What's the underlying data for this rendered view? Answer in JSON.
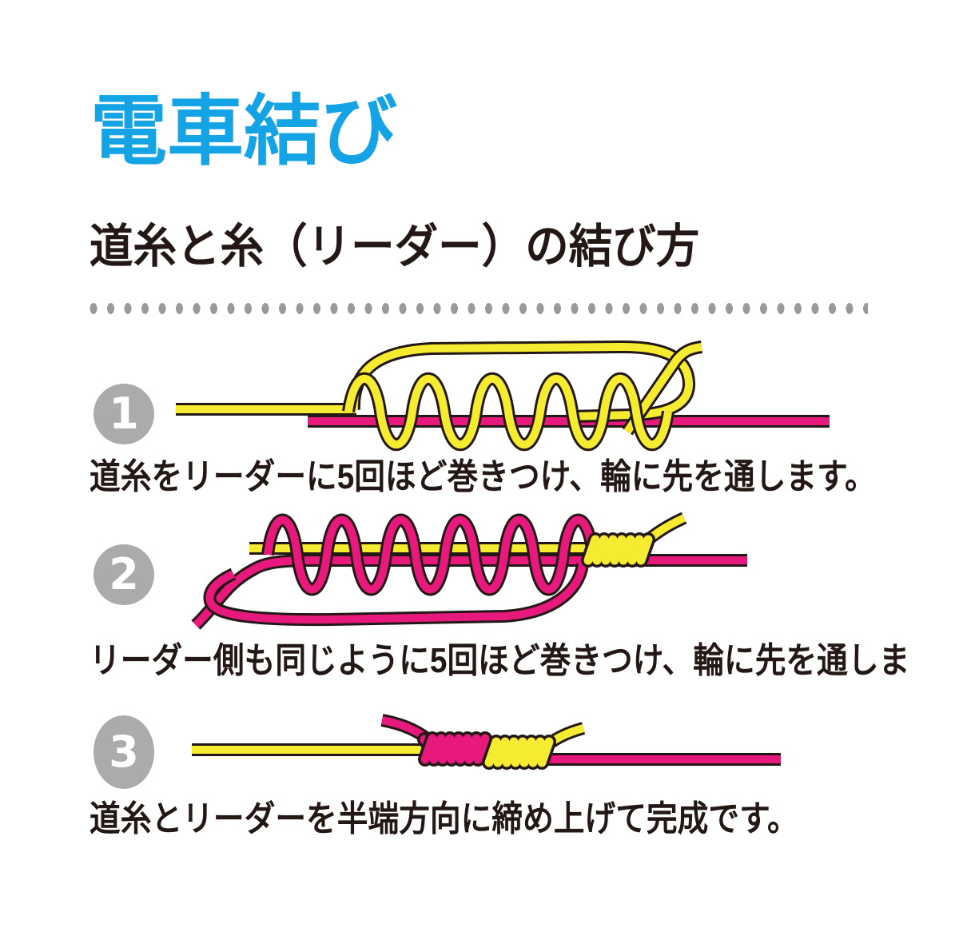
{
  "page": {
    "title": "電車結び",
    "subtitle": "道糸と糸（リーダー）の結び方"
  },
  "steps": [
    {
      "number": "1",
      "caption": "道糸をリーダーに5回ほど巻きつけ、輪に先を通します。",
      "illustration": "yellow-main-line-coiled-5-times-around-pink-leader-with-open-loop-and-tag-end"
    },
    {
      "number": "2",
      "caption": "リーダー側も同じように5回ほど巻きつけ、輪に先を通しま",
      "illustration": "pink-leader-coiled-5-times-around-yellow-line-with-open-loop-and-tightened-yellow-knot"
    },
    {
      "number": "3",
      "caption": "道糸とリーダーを半端方向に締め上げて完成です。",
      "illustration": "pink-and-yellow-knots-tightened-side-by-side-finished"
    }
  ],
  "colors": {
    "accent_blue": "#14A3E4",
    "text_dark": "#231815",
    "badge_gray": "#ABABAB",
    "line_yellow": "#F5EB30",
    "line_pink": "#E7197D",
    "outline_dark": "#231815",
    "dot_gray": "#9A9A9A",
    "background": "#FFFFFF"
  }
}
